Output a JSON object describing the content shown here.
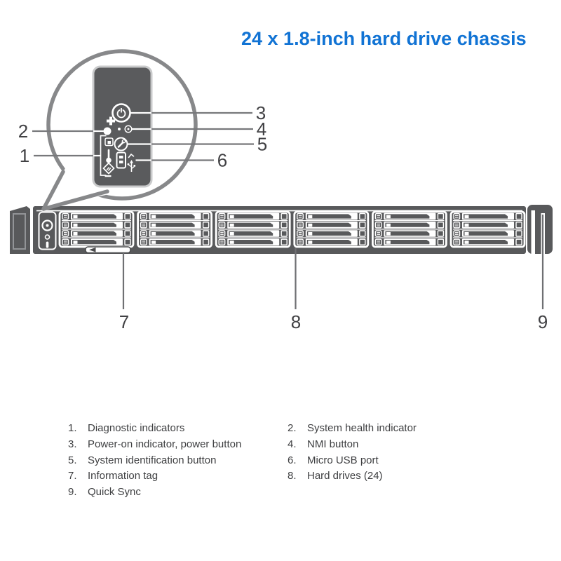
{
  "title": "24 x 1.8-inch hard drive chassis",
  "callouts": {
    "n1": "1",
    "n2": "2",
    "n3": "3",
    "n4": "4",
    "n5": "5",
    "n6": "6",
    "n7": "7",
    "n8": "8",
    "n9": "9"
  },
  "legend": {
    "left": [
      {
        "num": "1.",
        "label": "Diagnostic indicators"
      },
      {
        "num": "3.",
        "label": "Power-on indicator, power button"
      },
      {
        "num": "5.",
        "label": "System identification button"
      },
      {
        "num": "7.",
        "label": "Information tag"
      },
      {
        "num": "9.",
        "label": "Quick Sync"
      }
    ],
    "right": [
      {
        "num": "2.",
        "label": "System health indicator"
      },
      {
        "num": "4.",
        "label": "NMI button"
      },
      {
        "num": "6.",
        "label": "Micro USB port"
      },
      {
        "num": "8.",
        "label": "Hard drives (24)"
      }
    ]
  },
  "icons": {
    "power-button-icon": "power symbol inside double ring",
    "system-health-icon": "cross with LED dot",
    "nmi-pinhole-icon": "recessed pinhole with circled dot",
    "system-id-icon": "circled identify wrench glyph",
    "screen-indicator-icon": "square with inner block",
    "thermometer-icon": "thermometer",
    "usb-port-icon": "micro USB port with trident symbol",
    "electrical-hazard-icon": "diamond with chevrons",
    "drive-latch-icon": "carrier release latch",
    "quick-sync-icon": "vertical ear slots"
  },
  "colors": {
    "title_blue": "#1173d4",
    "chassis_gray": "#58595b",
    "bubble_outline_gray": "#87888a",
    "panel_border_gray": "#c9cacb",
    "callout_line_gray": "#77787b",
    "number_text": "#414144",
    "legend_text": "#3e3f41"
  }
}
